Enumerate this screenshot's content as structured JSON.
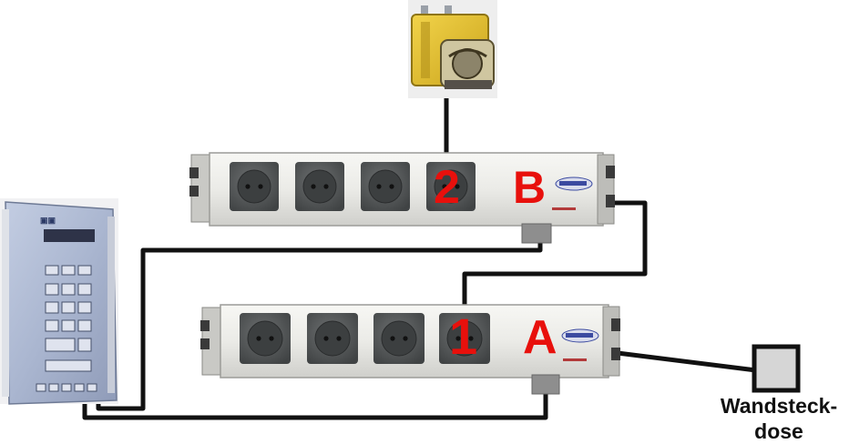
{
  "strip_b": {
    "outlet_label": "2",
    "strip_label": "B"
  },
  "strip_a": {
    "outlet_label": "1",
    "strip_label": "A"
  },
  "wall_socket": {
    "label_line1": "Wandsteck-",
    "label_line2": "dose"
  },
  "icons": {
    "pump": "peristaltic-pump-icon",
    "controller": "controller-unit-icon",
    "outlet": "schuko-outlet-icon",
    "wall_socket": "wall-socket-icon"
  },
  "colors": {
    "label": "#e8100c",
    "cable": "#111111",
    "outlet": "#56595a",
    "strip_body": "#ebebe8",
    "pump_body": "#e6c22a"
  }
}
